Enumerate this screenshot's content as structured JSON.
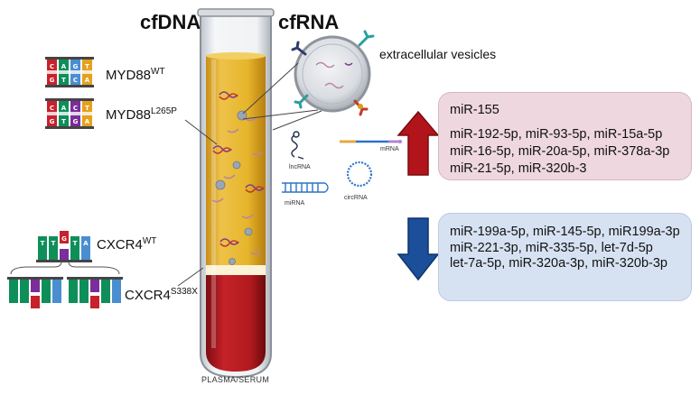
{
  "headings": {
    "left": "cfDNA",
    "right": "cfRNA"
  },
  "labels": {
    "ev": "extracellular vesicles",
    "myd88_wt_base": "MYD88",
    "myd88_wt_sup": "WT",
    "myd88_mut_base": "MYD88",
    "myd88_mut_sup": "L265P",
    "cxcr4_wt_base": "CXCR4",
    "cxcr4_wt_sup": "WT",
    "cxcr4_mut_base": "CXCR4",
    "cxcr4_mut_sup": "S338X",
    "lncrna": "lncRNA",
    "mrna": "mRNA",
    "mirna": "miRNA",
    "circrna": "circRNA",
    "plasma": "PLASMA/SERUM"
  },
  "upregulated": {
    "lines": [
      "miR-155",
      "miR-192-5p, miR-93-5p, miR-15a-5p",
      "miR-16-5p, miR-20a-5p, miR-378a-3p",
      "miR-21-5p, miR-320b-3"
    ]
  },
  "downregulated": {
    "lines": [
      "miR-199a-5p, miR-145-5p, miR199a-3p",
      "miR-221-3p, miR-335-5p, let-7d-5p",
      "let-7a-5p, miR-320a-3p, miR-320b-3p"
    ]
  },
  "colors": {
    "serum": "#e6b52b",
    "blood": "#b01a1e",
    "buffy": "#fbf3d6",
    "arrow_up": "#b1141a",
    "arrow_down": "#1b4f9a",
    "box_up": "#eed7df",
    "box_down": "#d6e2f2",
    "base_a": "#0e8f5a",
    "base_c": "#c8212c",
    "base_g": "#4a8ed2",
    "base_t": "#e6a11c",
    "base_mut": "#7a2d9b"
  },
  "icons": [
    "dna-base-pair-icon",
    "helix-icon",
    "vesicle-icon",
    "lncrna-icon",
    "mrna-icon",
    "mirna-icon",
    "circrna-icon"
  ]
}
